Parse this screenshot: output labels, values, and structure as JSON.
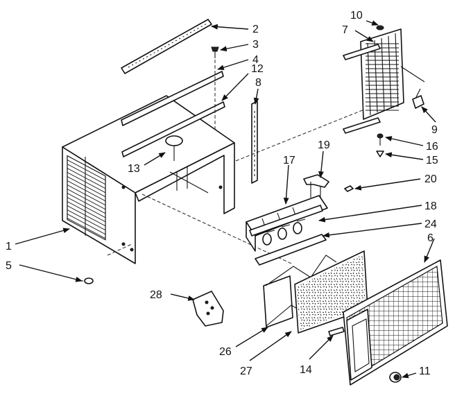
{
  "callouts": {
    "c1": "1",
    "c2": "2",
    "c3": "3",
    "c4": "4",
    "c5": "5",
    "c6": "6",
    "c7": "7",
    "c8": "8",
    "c9": "9",
    "c10": "10",
    "c11": "11",
    "c12": "12",
    "c13": "13",
    "c14": "14",
    "c15": "15",
    "c16": "16",
    "c17": "17",
    "c18": "18",
    "c19": "19",
    "c20": "20",
    "c24": "24",
    "c26": "26",
    "c27": "27",
    "c28": "28"
  },
  "colors": {
    "ink": "#111111",
    "paper": "#ffffff"
  }
}
